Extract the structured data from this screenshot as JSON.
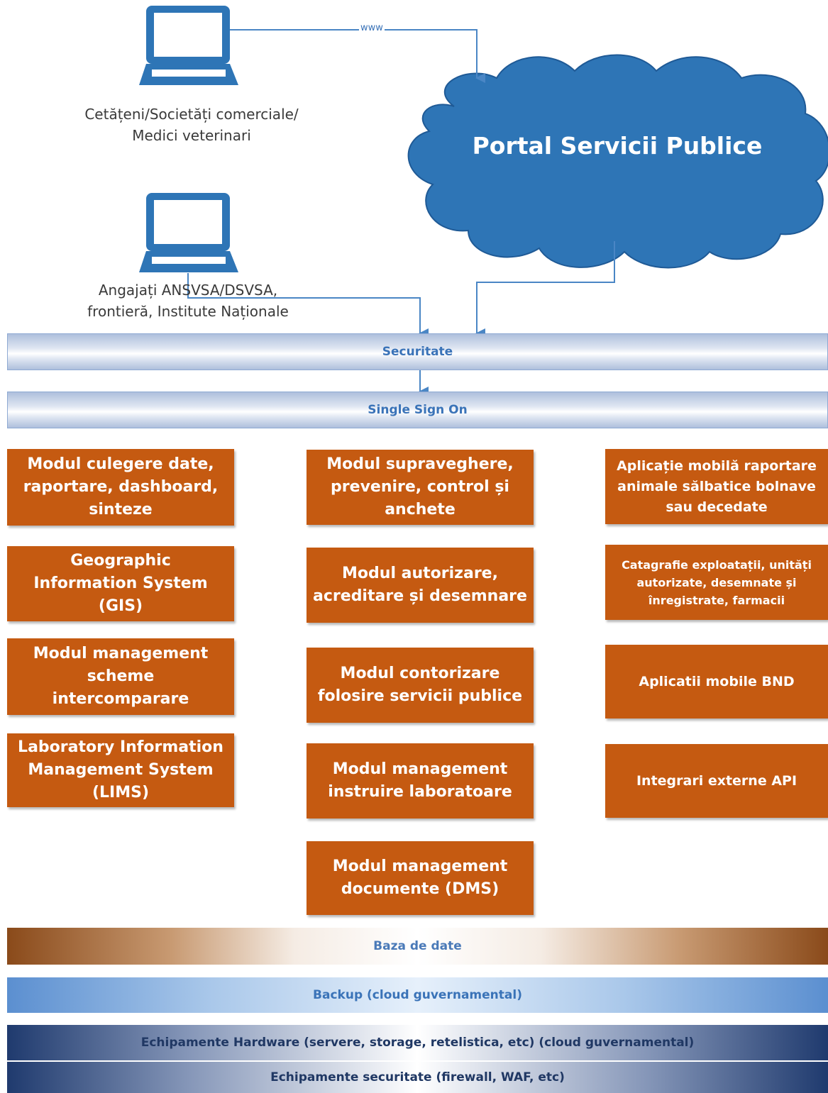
{
  "top": {
    "citizens_caption_line1": "Cetățeni/Societăți comerciale/",
    "citizens_caption_line2": "Medici veterinari",
    "staff_caption_line1": "Angajați ANSVSA/DSVSA,",
    "staff_caption_line2": "frontieră, Institute Naționale",
    "www_label": "www",
    "cloud_title": "Portal Servicii Publice"
  },
  "bands": {
    "securitate": "Securitate",
    "sso": "Single Sign On",
    "baza_de_date": "Baza de date",
    "backup": "Backup (cloud guvernamental)",
    "hardware": "Echipamente Hardware (servere, storage, retelistica, etc) (cloud guvernamental)",
    "securitate_echipamente": "Echipamente securitate (firewall, WAF, etc)"
  },
  "modules": {
    "col1": [
      "Modul culegere date, raportare, dashboard, sinteze",
      "Geographic Information System (GIS)",
      "Modul management scheme intercomparare",
      "Laboratory Information Management System (LIMS)"
    ],
    "col2": [
      "Modul supraveghere, prevenire, control și anchete",
      "Modul autorizare, acreditare și desemnare",
      "Modul contorizare folosire servicii publice",
      "Modul management instruire laboratoare",
      "Modul management documente (DMS)"
    ],
    "col3": [
      "Aplicație mobilă raportare animale sălbatice bolnave sau decedate",
      "Catagrafie exploatații, unități autorizate, desemnate și înregistrate, farmacii",
      "Aplicatii mobile BND",
      "Integrari externe API"
    ]
  },
  "colors": {
    "module_fill": "#c55a11",
    "laptop_blue": "#2e75b6",
    "cloud_blue": "#2e75b6",
    "connector_blue": "#4a86c5"
  },
  "icons": [
    "laptop-icon",
    "cloud-shape",
    "arrow-down-icon"
  ]
}
